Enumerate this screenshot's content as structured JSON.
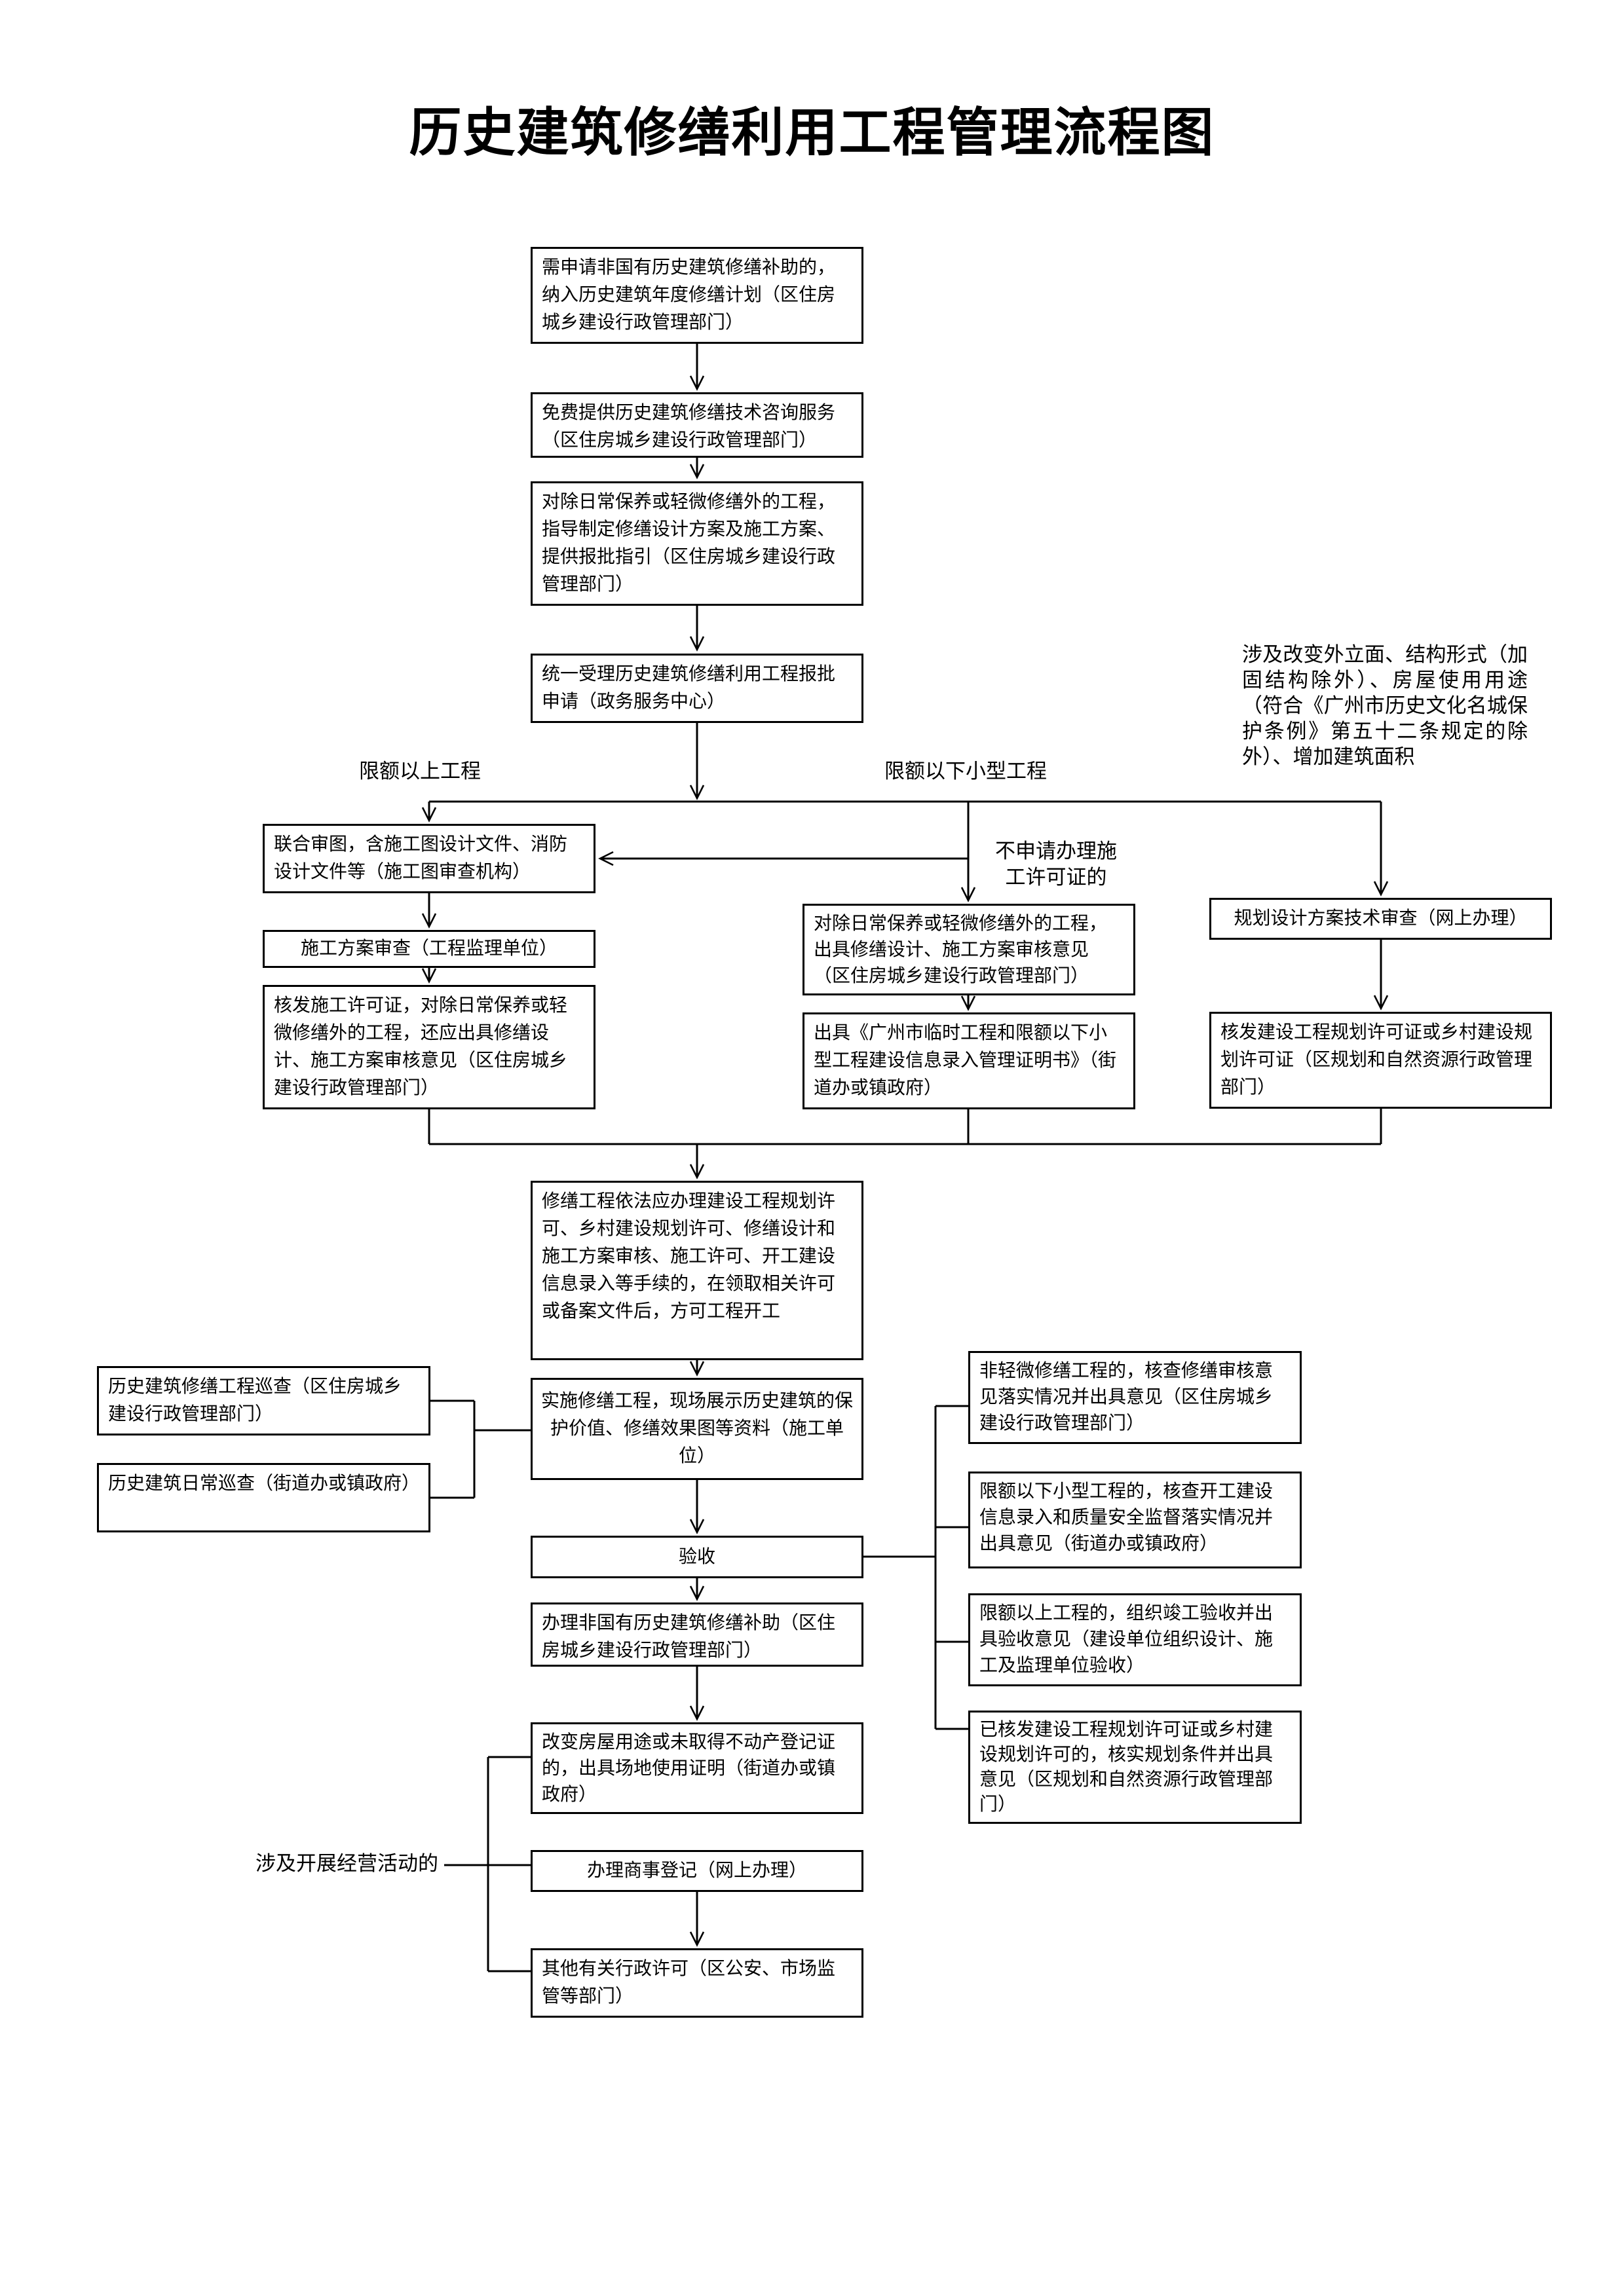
{
  "title": "历史建筑修缮利用工程管理流程图",
  "nodes": {
    "apply_subsidy_plan": "需申请非国有历史建筑修缮补助的，纳入历史建筑年度修缮计划（区住房城乡建设行政管理部门）",
    "free_consult": "免费提供历史建筑修缮技术咨询服务（区住房城乡建设行政管理部门）",
    "guide_scheme": "对除日常保养或轻微修缮外的工程，指导制定修缮设计方案及施工方案、提供报批指引（区住房城乡建设行政管理部门）",
    "unified_accept": "统一受理历史建筑修缮利用工程报批申请（政务服务中心）",
    "joint_review": "联合审图，含施工图设计文件、消防设计文件等（施工图审查机构）",
    "scheme_review": "施工方案审查（工程监理单位）",
    "issue_permit": "核发施工许可证，对除日常保养或轻微修缮外的工程，还应出具修缮设计、施工方案审核意见（区住房城乡建设行政管理部门）",
    "issue_opinion": "对除日常保养或轻微修缮外的工程，出具修缮设计、施工方案审核意见（区住房城乡建设行政管理部门）",
    "issue_cert": "出具《广州市临时工程和限额以下小型工程建设信息录入管理证明书》（街道办或镇政府）",
    "plan_tech_review": "规划设计方案技术审查（网上办理）",
    "issue_plan_permit": "核发建设工程规划许可证或乡村建设规划许可证（区规划和自然资源行政管理部门）",
    "start_work": "修缮工程依法应办理建设工程规划许可、乡村建设规划许可、修缮设计和施工方案审核、施工许可、开工建设信息录入等手续的，在领取相关许可或备案文件后，方可工程开工",
    "implement": "实施修缮工程，现场展示历史建筑的保护价值、修缮效果图等资料（施工单位）",
    "patrol_project": "历史建筑修缮工程巡查（区住房城乡建设行政管理部门）",
    "patrol_daily": "历史建筑日常巡查（街道办或镇政府）",
    "acceptance": "验收",
    "check_repair_opinion": "非轻微修缮工程的，核查修缮审核意见落实情况并出具意见（区住房城乡建设行政管理部门）",
    "check_small_project": "限额以下小型工程的，核查开工建设信息录入和质量安全监督落实情况并出具意见（街道办或镇政府）",
    "check_large_project": "限额以上工程的，组织竣工验收并出具验收意见（建设单位组织设计、施工及监理单位验收）",
    "check_plan_condition": "已核发建设工程规划许可证或乡村建设规划许可的，核实规划条件并出具意见（区规划和自然资源行政管理部门）",
    "handle_subsidy": "办理非国有历史建筑修缮补助（区住房城乡建设行政管理部门）",
    "site_use_cert": "改变房屋用途或未取得不动产登记证的，出具场地使用证明（街道办或镇政府）",
    "business_reg": "办理商事登记（网上办理）",
    "other_permit": "其他有关行政许可（区公安、市场监管等部门）"
  },
  "labels": {
    "above_quota": "限额以上工程",
    "below_quota": "限额以下小型工程",
    "no_permit": "不申请办理施工许可证的",
    "condition_right": "涉及改变外立面、结构形式（加固结构除外）、房屋使用用途（符合《广州市历史文化名城保护条例》第五十二条规定的除外）、增加建筑面积",
    "business_activity": "涉及开展经营活动的"
  },
  "colors": {
    "line": "#000000",
    "background": "#ffffff",
    "text": "#000000"
  }
}
